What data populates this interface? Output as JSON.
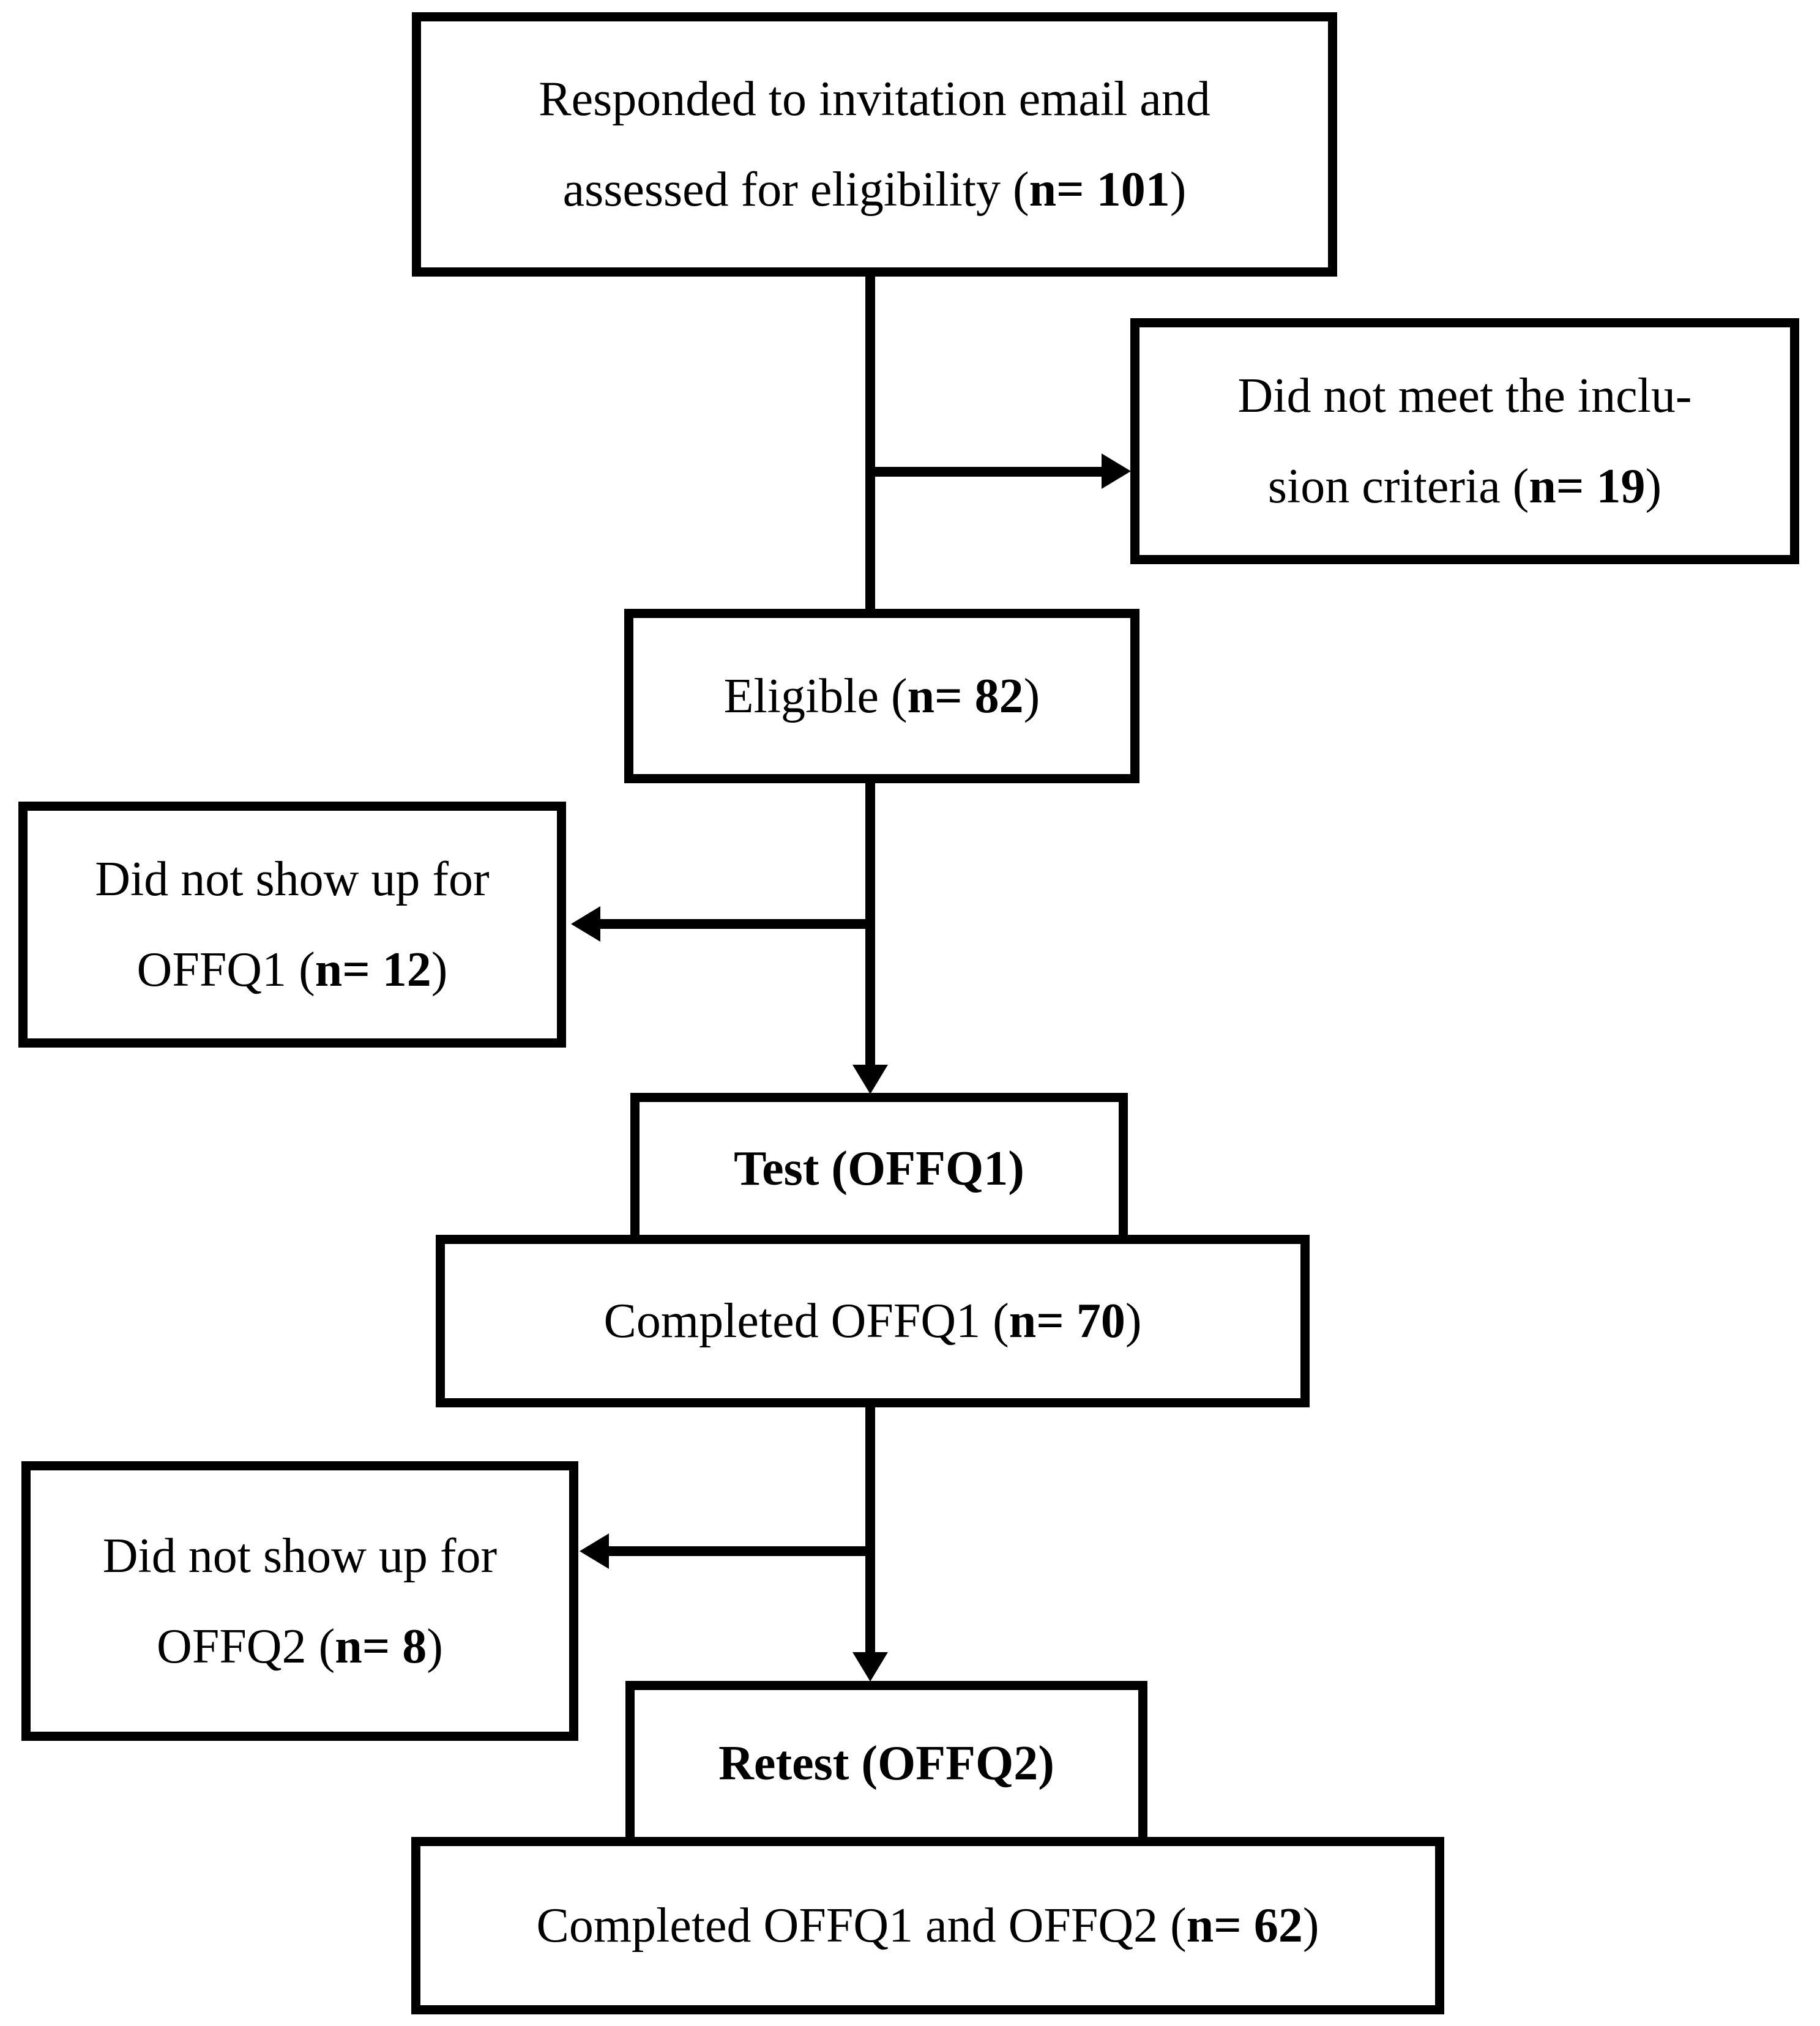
{
  "figure": {
    "type": "participant-flow-diagram",
    "background_color": "#ffffff",
    "line_color": "#000000",
    "box_fill": "#ffffff"
  },
  "boxes": {
    "responded": {
      "line1": "Responded to invitation email and",
      "line2_pre": "assessed for eligibility (",
      "line2_n": "n= 101",
      "line2_post": ")"
    },
    "not_meet": {
      "line1": "Did not meet the inclu-",
      "line2_pre": "sion criteria (",
      "line2_n": "n= 19",
      "line2_post": ")"
    },
    "eligible": {
      "pre": "Eligible (",
      "n": "n= 82",
      "post": ")"
    },
    "noshow1": {
      "line1": "Did not show up for",
      "line2_pre": "OFFQ1 (",
      "line2_n": "n= 12",
      "line2_post": ")"
    },
    "test": {
      "label": "Test (OFFQ1)"
    },
    "completed1": {
      "pre": "Completed OFFQ1 (",
      "n": "n= 70",
      "post": ")"
    },
    "noshow2": {
      "line1": "Did not show up for",
      "line2_pre": "OFFQ2 (",
      "line2_n": "n= 8",
      "line2_post": ")"
    },
    "retest": {
      "label": "Retest (OFFQ2)"
    },
    "completed2": {
      "pre": "Completed OFFQ1 and OFFQ2 (",
      "n": "n= 62",
      "post": ")"
    }
  }
}
